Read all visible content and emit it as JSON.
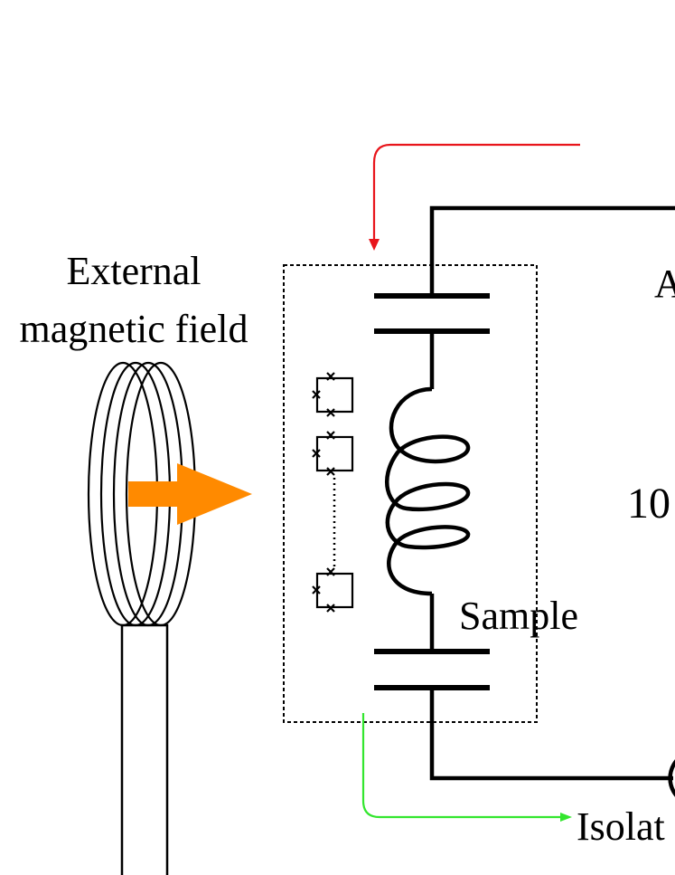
{
  "labels": {
    "field_line1": "External",
    "field_line2": "magnetic field",
    "sample": "Sample",
    "right_top_partial": "A",
    "right_mid_partial": "10",
    "bottom_right_partial": "Isolat"
  },
  "colors": {
    "arrow": "#FF8A00",
    "input_line": "#E8151B",
    "output_line": "#33E62E",
    "wire": "#000000",
    "background": "#FFFFFF"
  },
  "icons": {
    "coil": "helmholtz-coil-icon",
    "arrow": "field-arrow-icon",
    "squid": "josephson-junction-loop-icon",
    "inductor": "inductor-coil-icon",
    "capacitor": "capacitor-icon"
  }
}
